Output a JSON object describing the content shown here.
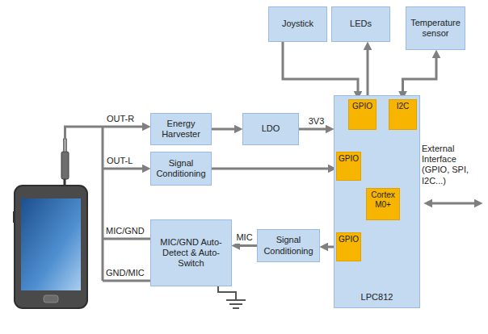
{
  "diagram": {
    "nodes": [
      {
        "text": [
          "Joystick"
        ]
      },
      {
        "text": [
          "LEDs"
        ]
      },
      {
        "text": [
          "Temperature sensor"
        ]
      },
      {
        "text": [
          "LPC812"
        ]
      },
      {
        "text": [
          "GPIO"
        ],
        "in": 3
      },
      {
        "text": [
          "I2C"
        ],
        "in": 3
      },
      {
        "text": [
          "GPIO"
        ],
        "in": 3
      },
      {
        "text": [
          "Cortex M0+"
        ],
        "in": 3
      },
      {
        "text": [
          "GPIO"
        ],
        "in": 3
      },
      {
        "text": [
          "Energy Harvester"
        ]
      },
      {
        "text": [
          "LDO"
        ]
      },
      {
        "text": [
          "Signal Conditioning"
        ]
      },
      {
        "text": [
          "MIC/GND Auto-Detect & Auto-Switch"
        ]
      },
      {
        "text": [
          "Signal Conditioning"
        ]
      }
    ],
    "edges": [
      {
        "from": 0,
        "to": 4,
        "arrow": "to"
      },
      {
        "from": 4,
        "to": 1,
        "arrow": "to"
      },
      {
        "from": 2,
        "to": 5,
        "arrow": "both"
      },
      {
        "from": 9,
        "to": 10,
        "arrow": "to"
      },
      {
        "from": 10,
        "to": 3,
        "label": "3V3",
        "arrow": "to"
      },
      {
        "from": 11,
        "to": 6,
        "arrow": "to"
      },
      {
        "from": 8,
        "to": 13,
        "arrow": "to"
      },
      {
        "from": 13,
        "to": 12,
        "label": "MIC",
        "arrow": "to"
      }
    ],
    "labels": [
      "OUT-R",
      "OUT-L",
      "MIC/GND",
      "GND/MIC",
      "External Interface (GPIO, SPI, I2C...)"
    ]
  }
}
